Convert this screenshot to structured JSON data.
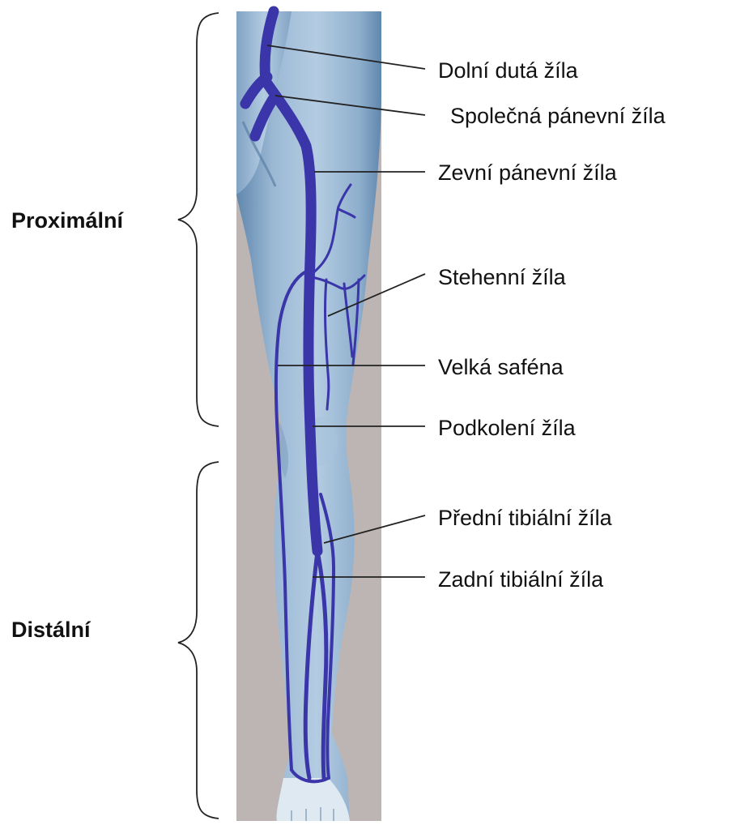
{
  "groups": {
    "proximal": "Proximální",
    "distal": "Distální"
  },
  "labels": {
    "ivc": "Dolní dutá žíla",
    "common_iliac": "Společná pánevní žíla",
    "external_iliac": "Zevní pánevní žíla",
    "femoral": "Stehenní žíla",
    "great_saphenous": "Velká saféna",
    "popliteal": "Podkolení žíla",
    "anterior_tibial": "Přední tibiální žíla",
    "posterior_tibial": "Zadní tibiální žíla"
  },
  "colors": {
    "vein": "#3a35a8",
    "backdrop": "#bdb5b3",
    "skin_light": "#a8c3dc",
    "skin_dark": "#5f87ad",
    "leader": "#222222"
  }
}
